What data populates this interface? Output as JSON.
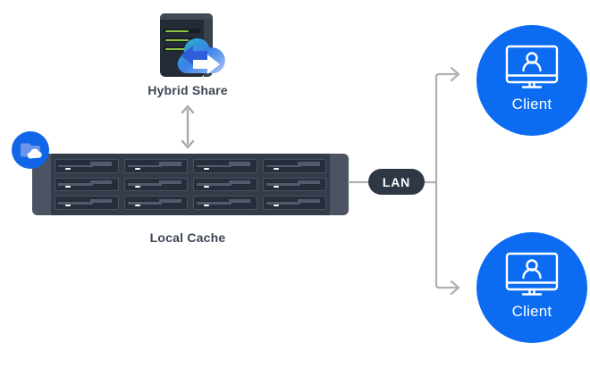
{
  "diagram": {
    "hybrid_share_label": "Hybrid Share",
    "local_cache_label": "Local Cache",
    "lan_label": "LAN",
    "clients": [
      {
        "label": "Client"
      },
      {
        "label": "Client"
      }
    ]
  },
  "icons": {
    "tower_server": "tower-server-icon",
    "cloud_sync": "cloud-sync-icon",
    "sync_double_arrow": "sync-double-arrow-icon",
    "folder_cloud_badge": "folder-cloud-icon",
    "monitor_user": "monitor-user-icon",
    "branch_arrows": "branch-arrow-icons"
  },
  "colors": {
    "client_blue": "#0b6cf2",
    "badge_blue": "#1166e8",
    "lan_pill_dark": "#2e3744",
    "nas_chassis": "#4c5463",
    "nas_face": "#343c4a",
    "bay_interior": "#272e3b",
    "bay_handle": "#515b6b",
    "label_text": "#3c4554",
    "connector_gray": "#b0b0b0",
    "led_green": "#8bc53f",
    "cloud_gradient_start": "#29b6c8",
    "cloud_gradient_mid": "#3b82e8",
    "cloud_gradient_end": "#aac4f7",
    "arrow_dark_blue": "#2f5fd8"
  }
}
